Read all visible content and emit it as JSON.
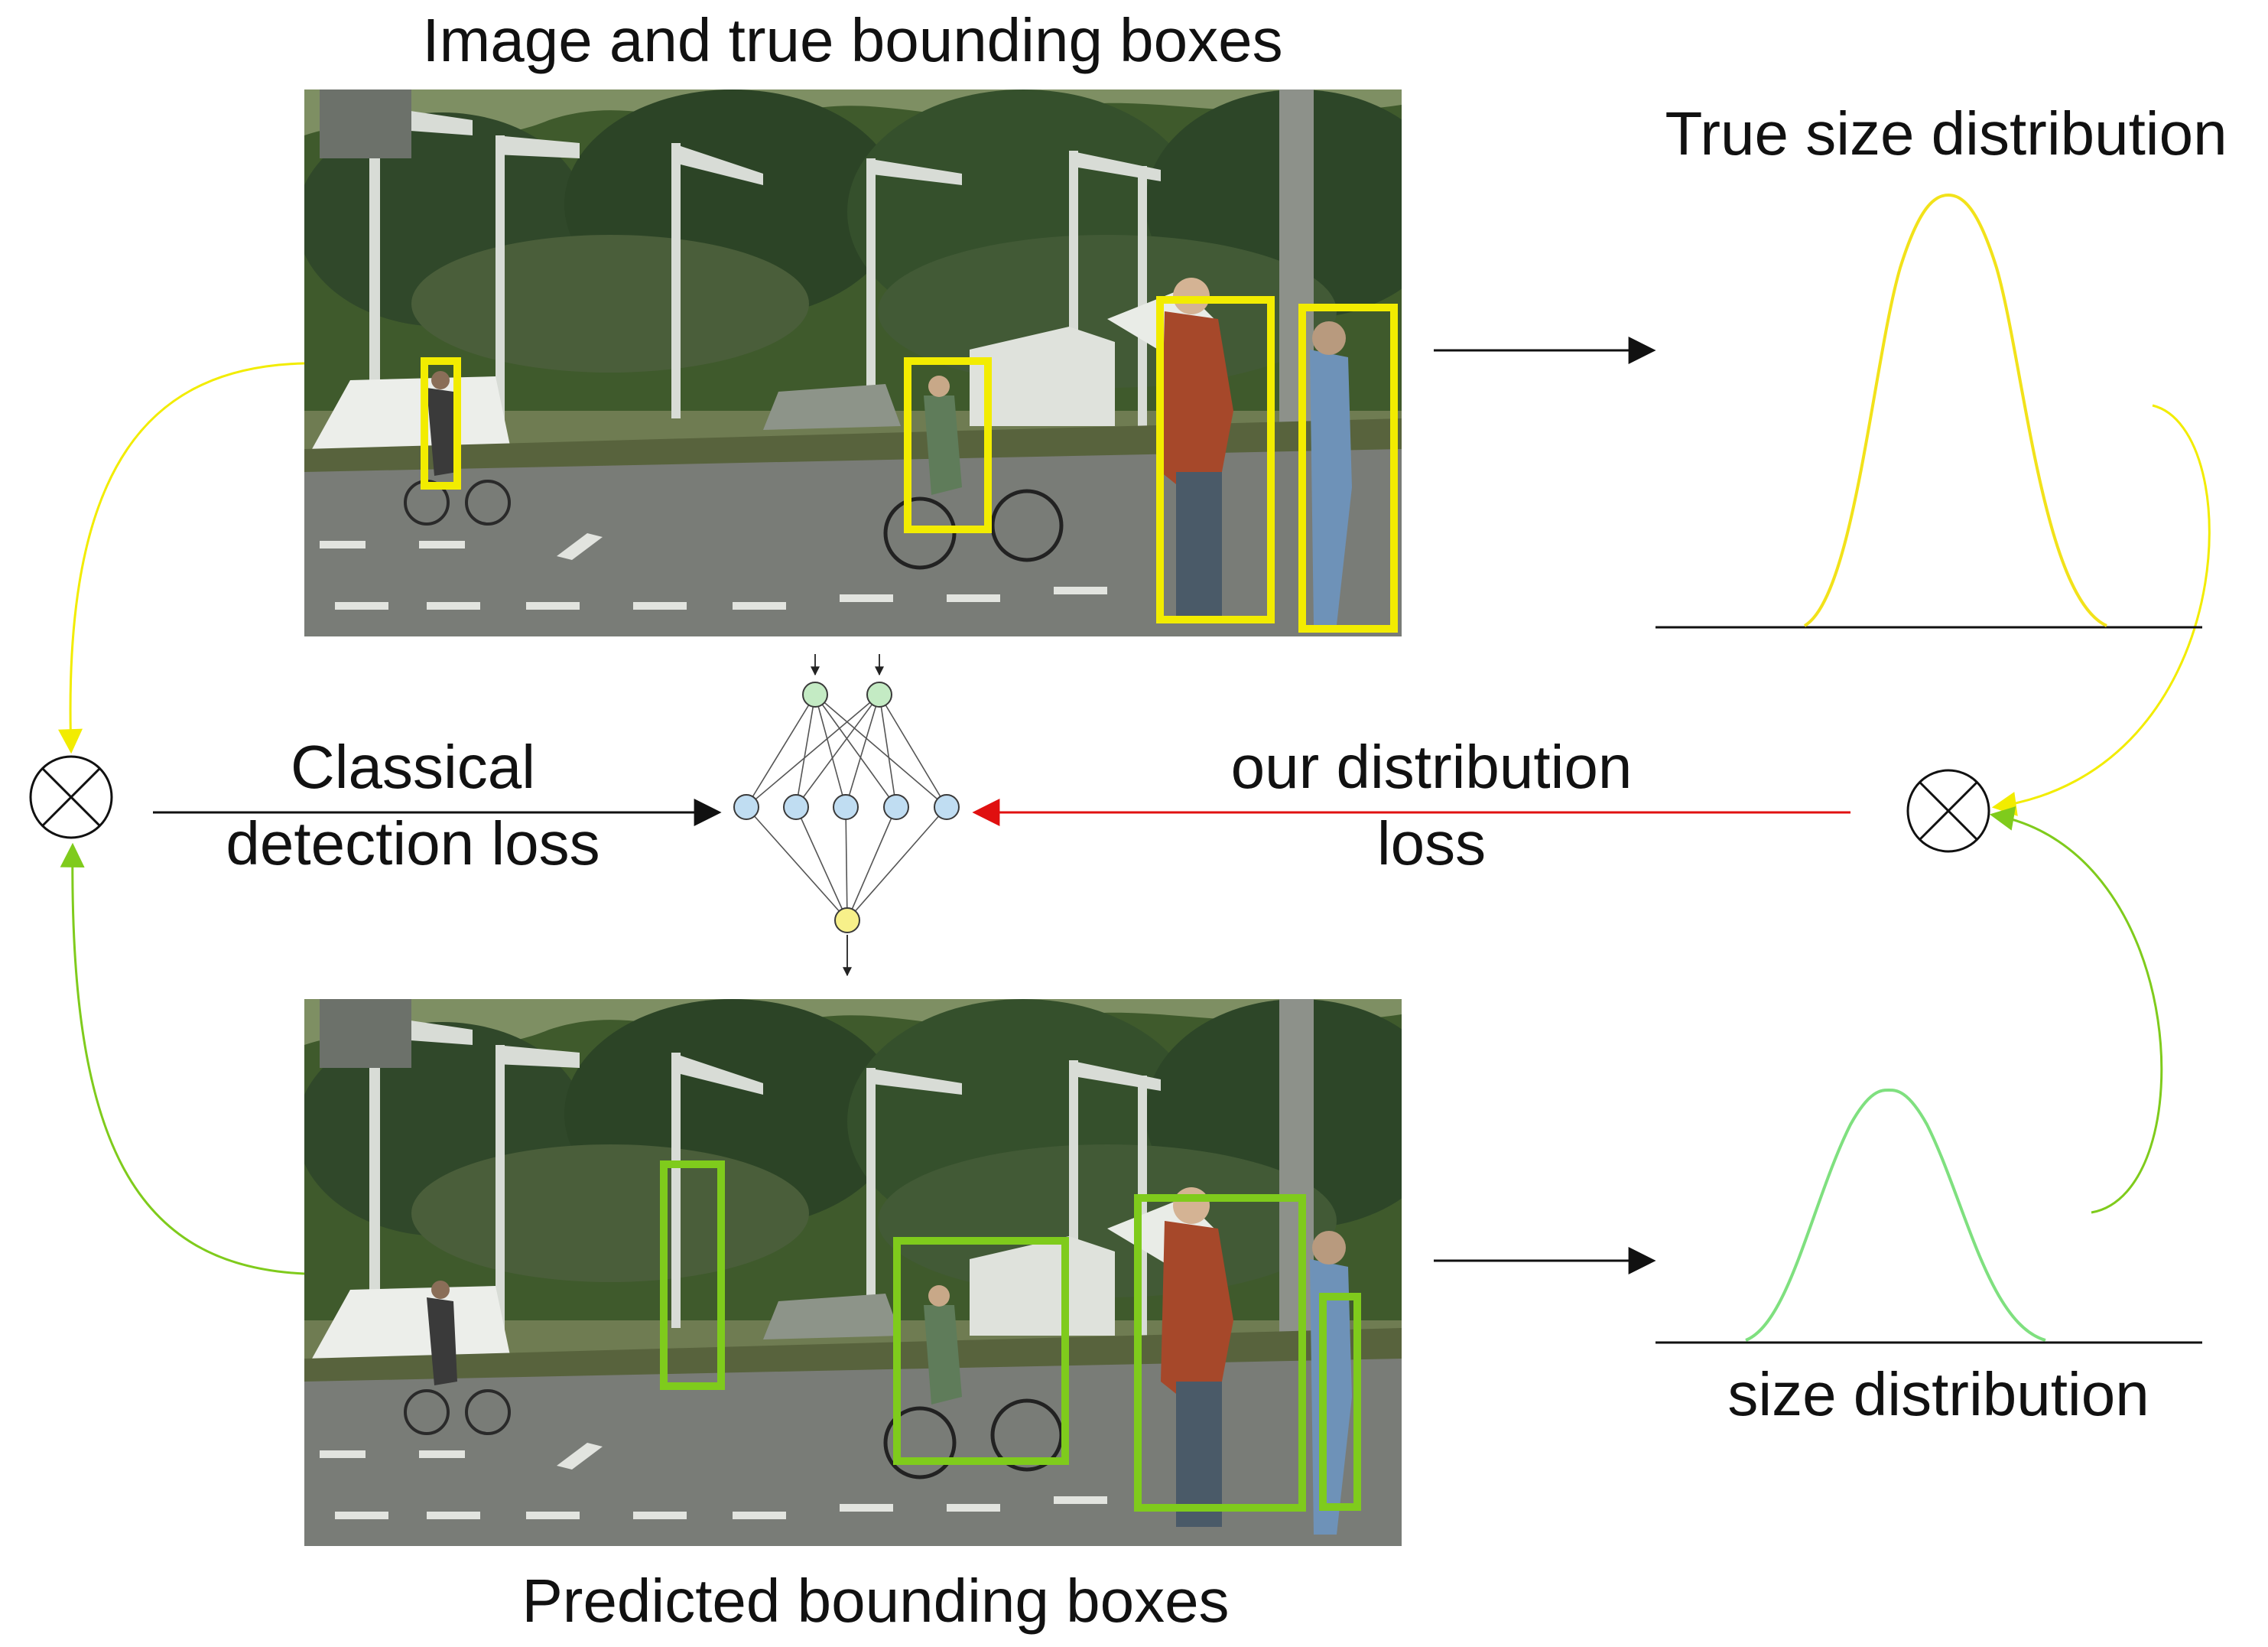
{
  "labels": {
    "top_title": "Image and true bounding boxes",
    "bottom_title": "Predicted bounding boxes",
    "true_size_distribution": "True size distribution",
    "size_distribution": "size distribution",
    "classical_line1": "Classical",
    "classical_line2": "detection loss",
    "ours_line1": "our distribution",
    "ours_line2": "loss"
  },
  "colors": {
    "true_box": "#f2ec00",
    "pred_box": "#7fcb1c",
    "true_curve": "#f2e21a",
    "pred_curve": "#7fe07f",
    "arrow": "#111111",
    "distribution_loss_arrow": "#e01010",
    "net_input_node": "#c4ebc4",
    "net_hidden_node": "#c0ddf2",
    "net_output_node": "#f7f08a"
  },
  "icons": {
    "combine_left": "circled-times-icon",
    "combine_right": "circled-times-icon"
  }
}
